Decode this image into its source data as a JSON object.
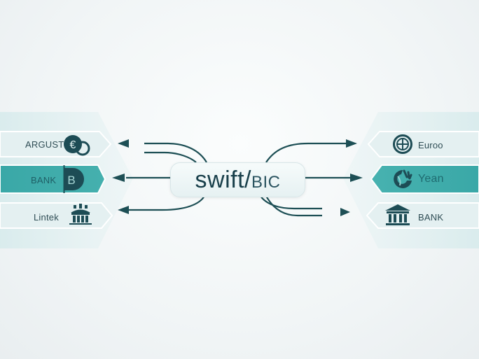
{
  "center": {
    "label_main": "swift/",
    "label_sub": "bic"
  },
  "left": {
    "rows": [
      {
        "label": "ARGUST",
        "icon": "euro-coin-icon",
        "highlighted": false
      },
      {
        "label": "BANK",
        "icon": "baht-sign-icon",
        "highlighted": true
      },
      {
        "label": "Lintek",
        "icon": "bank-building-icon",
        "highlighted": false
      }
    ]
  },
  "right": {
    "rows": [
      {
        "label": "Euroo",
        "icon": "globe-emblem-icon",
        "highlighted": false
      },
      {
        "label": "Yean",
        "icon": "leaf-globe-icon",
        "highlighted": true
      },
      {
        "label": "BANK",
        "icon": "bank-building-icon",
        "highlighted": false
      }
    ]
  },
  "colors": {
    "accent": "#3aa7a6",
    "accent_light": "#cfe7e8",
    "dark": "#1a4a52",
    "background": "#f3f7f8"
  }
}
